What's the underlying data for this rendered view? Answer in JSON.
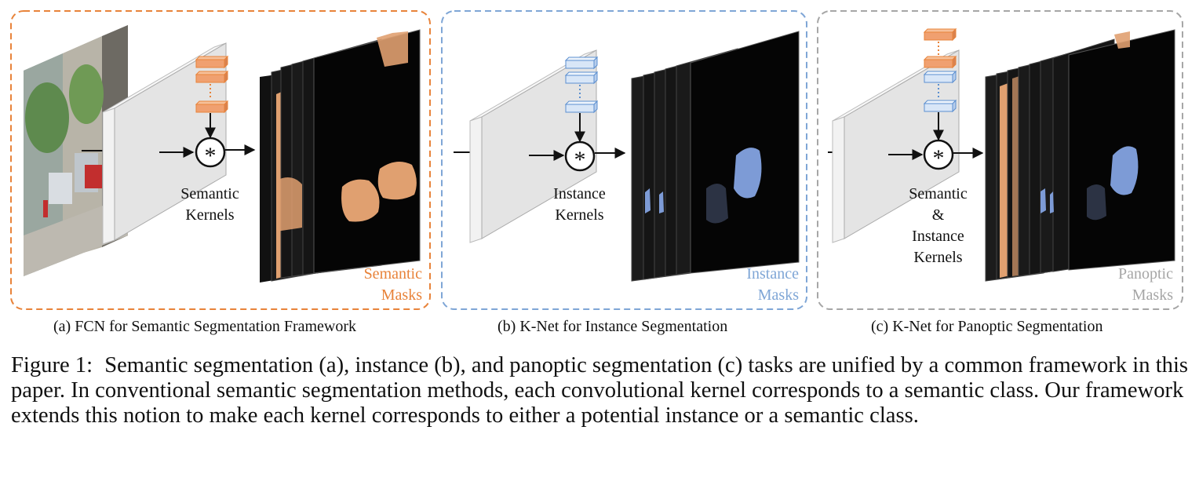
{
  "colors": {
    "orange": "#E8833A",
    "blue": "#7FA6D6",
    "gray": "#A6A6A6",
    "kernel_orange_fill": "#F0A070",
    "kernel_blue_fill": "#D8E6F7",
    "mask_orange": "#E0A070",
    "mask_blue": "#7D9BD6"
  },
  "panels": [
    {
      "id": "a",
      "kernel_label": [
        "Semantic",
        "Kernels"
      ],
      "mask_label": [
        "Semantic",
        "Masks"
      ],
      "caption": "(a) FCN for Semantic Segmentation Framework",
      "border_color": "orange"
    },
    {
      "id": "b",
      "kernel_label": [
        "Instance",
        "Kernels"
      ],
      "mask_label": [
        "Instance",
        "Masks"
      ],
      "caption": "(b) K-Net for Instance Segmentation",
      "border_color": "blue"
    },
    {
      "id": "c",
      "kernel_label": [
        "Semantic",
        "&",
        "Instance",
        "Kernels"
      ],
      "mask_label": [
        "Panoptic",
        "Masks"
      ],
      "caption": "(c) K-Net for Panoptic Segmentation",
      "border_color": "gray"
    }
  ],
  "operator_symbol": "*",
  "figure_caption": {
    "number": "Figure 1:",
    "text": "Semantic segmentation (a), instance (b), and panoptic segmentation (c) tasks are unified by a common framework in this paper. In conventional semantic segmentation methods, each convolutional kernel corresponds to a semantic class. Our framework extends this notion to make each kernel corresponds to either a potential instance or a semantic class."
  }
}
